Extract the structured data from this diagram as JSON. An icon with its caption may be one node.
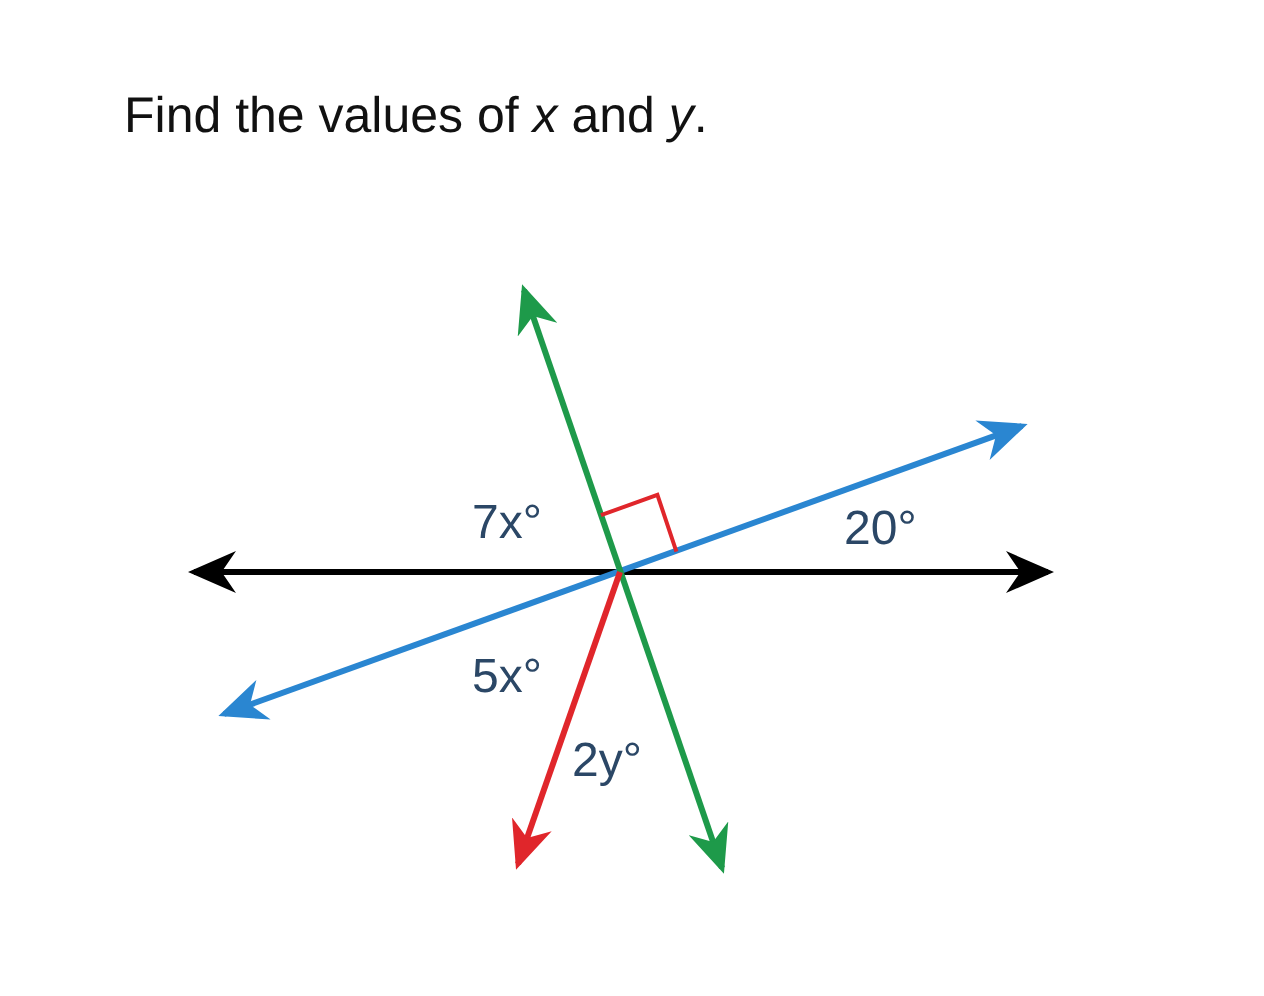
{
  "diagram": {
    "title": "Find the values of *x* and *y*.",
    "labels": [
      "7x°",
      "20°",
      "5x°",
      "2y°"
    ]
  }
}
